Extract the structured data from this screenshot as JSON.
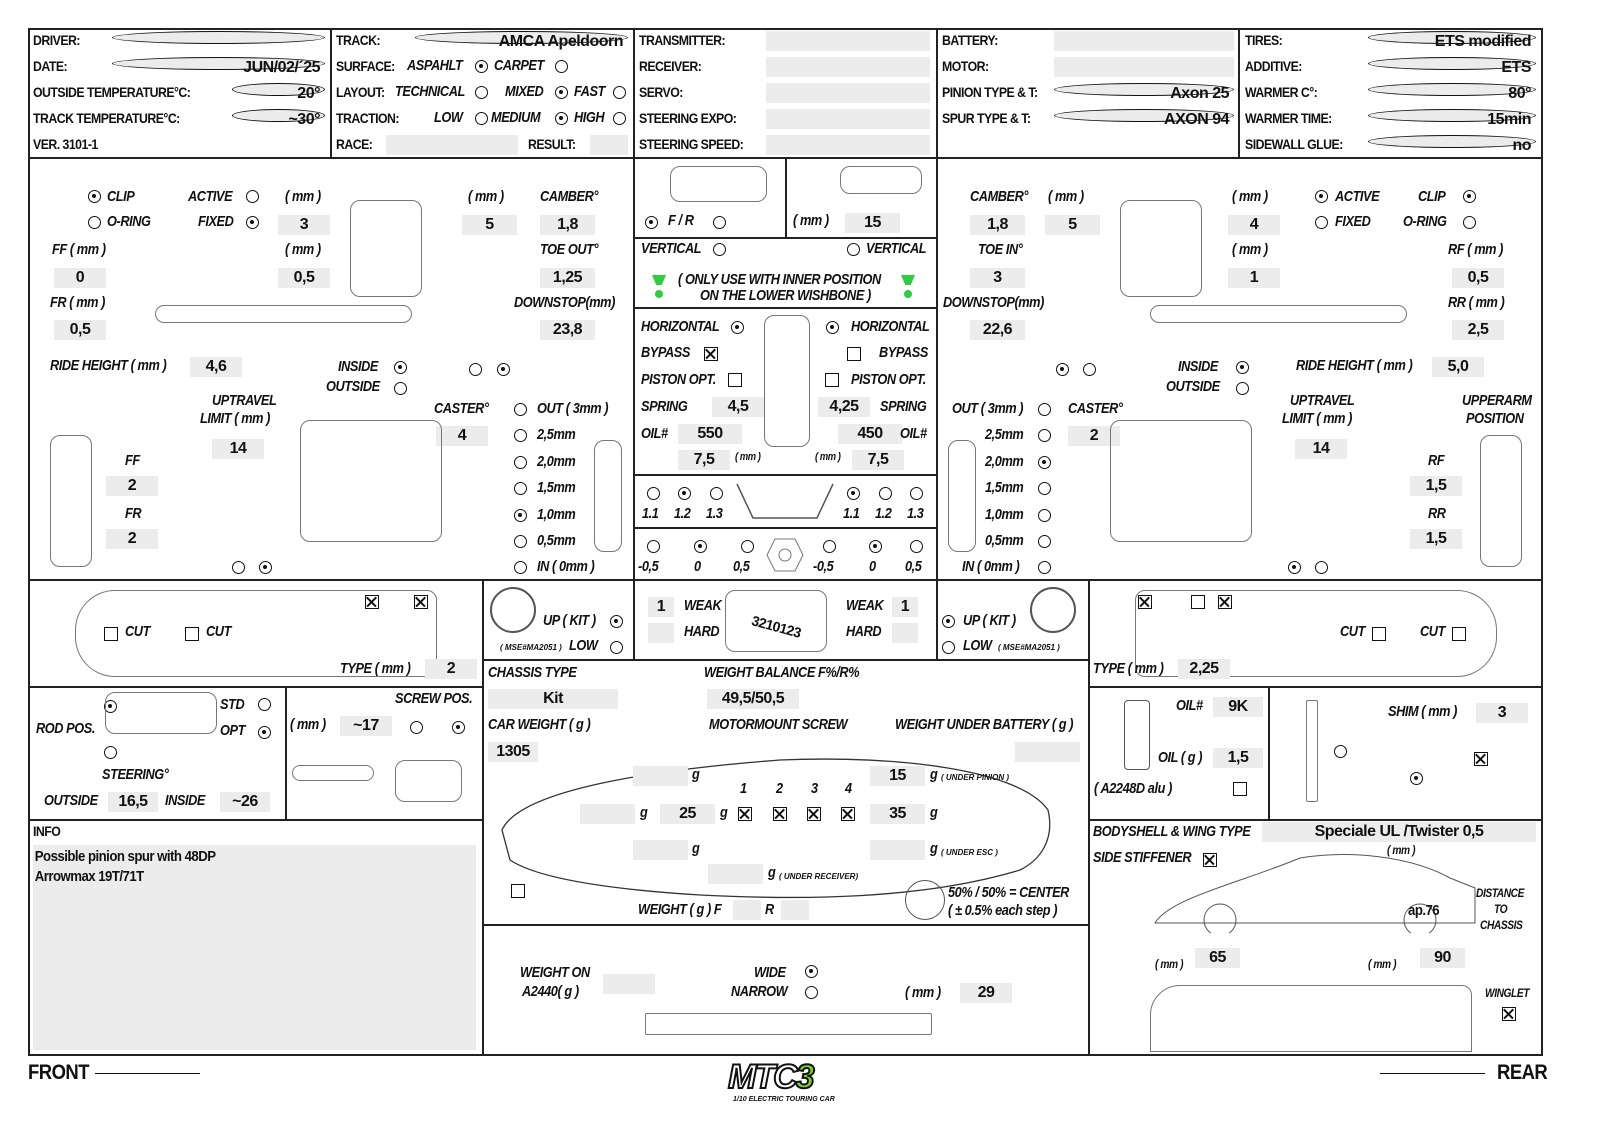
{
  "header": {
    "driver_label": "DRIVER:",
    "driver": "",
    "date_label": "DATE:",
    "date": "JUN/02/´25",
    "outside_temp_label": "OUTSIDE TEMPERATURE°C:",
    "outside_temp": "20°",
    "track_temp_label": "TRACK TEMPERATURE°C:",
    "track_temp": "~30°",
    "version": "VER. 3101-1",
    "track_label": "TRACK:",
    "track": "AMCA Apeldoorn",
    "surface_label": "SURFACE:",
    "asphalt": "ASPAHLT",
    "carpet": "CARPET",
    "layout_label": "LAYOUT:",
    "technical": "TECHNICAL",
    "mixed": "MIXED",
    "fast": "FAST",
    "traction_label": "TRACTION:",
    "low": "LOW",
    "medium": "MEDIUM",
    "high": "HIGH",
    "race_label": "RACE:",
    "result_label": "RESULT:",
    "transmitter_label": "TRANSMITTER:",
    "receiver_label": "RECEIVER:",
    "servo_label": "SERVO:",
    "steering_expo_label": "STEERING EXPO:",
    "steering_speed_label": "STEERING SPEED:",
    "battery_label": "BATTERY:",
    "motor_label": "MOTOR:",
    "pinion_label": "PINION TYPE & T:",
    "pinion": "Axon 25",
    "spur_label": "SPUR TYPE & T:",
    "spur": "AXON 94",
    "tires_label": "TIRES:",
    "tires": "ETS modified",
    "additive_label": "ADDITIVE:",
    "additive": "ETS",
    "warmer_label": "WARMER C°:",
    "warmer": "80°",
    "warmer_time_label": "WARMER TIME:",
    "warmer_time": "15min",
    "sidewall_label": "SIDEWALL GLUE:",
    "sidewall": "no"
  },
  "labels": {
    "clip": "CLIP",
    "oring": "O-RING",
    "active": "ACTIVE",
    "fixed": "FIXED",
    "mm": "( mm )",
    "camber": "CAMBER°",
    "toe_out": "TOE OUT°",
    "toe_in": "TOE IN°",
    "downstop": "DOWNSTOP(mm)",
    "ff_mm": "FF ( mm )",
    "fr_mm": "FR ( mm )",
    "rf_mm": "RF ( mm )",
    "rr_mm": "RR ( mm )",
    "ride_height": "RIDE HEIGHT ( mm )",
    "inside": "INSIDE",
    "outside": "OUTSIDE",
    "uptravel": "UPTRAVEL",
    "limit": "LIMIT ( mm )",
    "caster": "CASTER°",
    "ff": "FF",
    "fr": "FR",
    "rf": "RF",
    "rr": "RR",
    "upperarm": "UPPERARM",
    "position": "POSITION",
    "heights": [
      "OUT ( 3mm )",
      "2,5mm",
      "2,0mm",
      "1,5mm",
      "1,0mm",
      "0,5mm",
      "IN ( 0mm )"
    ]
  },
  "front": {
    "anti_roll_mm": "3",
    "anti_roll_mm2": "0,5",
    "camber_link": "5",
    "camber": "1,8",
    "toe_out": "1,25",
    "downstop": "23,8",
    "ff": "0",
    "fr": "0,5",
    "ride_height": "4,6",
    "uptravel": "14",
    "caster": "4",
    "ff_pos": "2",
    "fr_pos": "2"
  },
  "rear": {
    "camber": "1,8",
    "mm1": "5",
    "mm2": "4",
    "mm3": "1",
    "toe_in": "3",
    "downstop": "22,6",
    "rf": "0,5",
    "rr": "2,5",
    "ride_height": "5,0",
    "uptravel": "14",
    "caster": "2",
    "rf_pos": "1,5",
    "rr_pos": "1,5"
  },
  "center": {
    "fr": "F / R",
    "mm": "( mm )",
    "servo_mm": "15",
    "vertical": "VERTICAL",
    "note1": "( ONLY USE WITH INNER POSITION",
    "note2": "ON THE LOWER WISHBONE )",
    "horizontal": "HORIZONTAL",
    "bypass": "BYPASS",
    "piston": "PISTON OPT.",
    "spring": "SPRING",
    "oil": "OIL#",
    "spring_f": "4,5",
    "spring_r": "4,25",
    "oil_f": "550",
    "oil_r": "450",
    "len_f": "7,5",
    "len_r": "7,5",
    "ratios": [
      "1.1",
      "1.2",
      "1.3"
    ],
    "offsets": [
      "-0,5",
      "0",
      "0,5"
    ],
    "accent": "#2ecc40"
  },
  "arms": {
    "cut": "CUT",
    "type": "TYPE ( mm )",
    "front_type": "2",
    "rear_type": "2,25",
    "up_kit": "UP ( KIT )",
    "low": "LOW",
    "mse": "( MSE#MA2051 )",
    "weak": "WEAK",
    "hard": "HARD",
    "weak_f": "1",
    "weak_r": "1",
    "scale": "3210123"
  },
  "steering": {
    "rod_pos": "ROD POS.",
    "std": "STD",
    "opt": "OPT",
    "steering": "STEERING°",
    "outside": "OUTSIDE",
    "outside_v": "16,5",
    "inside": "INSIDE",
    "inside_v": "~26",
    "screw_pos": "SCREW POS.",
    "mm": "( mm )",
    "mm_v": "~17"
  },
  "chassis": {
    "type_label": "CHASSIS TYPE",
    "type": "Kit",
    "balance_label": "WEIGHT BALANCE F%/R%",
    "balance": "49,5/50,5",
    "weight_label": "CAR WEIGHT ( g )",
    "weight": "1305",
    "motormount": "MOTORMOUNT SCREW",
    "under_battery": "WEIGHT UNDER BATTERY ( g )",
    "g": "g",
    "under_pinion": "( UNDER PINION )",
    "under_esc": "( UNDER ESC )",
    "under_receiver": "( UNDER RECEIVER)",
    "screws": [
      "1",
      "2",
      "3",
      "4"
    ],
    "w_left": "25",
    "w_pinion": "15",
    "w_right": "35",
    "center_note1": "50% / 50% = CENTER",
    "center_note2": "( ± 0.5% each step )",
    "weight_fr": "WEIGHT ( g ) F",
    "r": "R"
  },
  "diff": {
    "oil_label": "OIL#",
    "oil": "9K",
    "oilg_label": "OIL ( g )",
    "oilg": "1,5",
    "alu": "( A2248D alu )",
    "shim_label": "SHIM ( mm )",
    "shim": "3"
  },
  "info": {
    "title": "INFO",
    "line1": "Possible pinion spur with 48DP",
    "line2": "Arrowmax 19T/71T"
  },
  "a2440": {
    "label1": "WEIGHT ON",
    "label2": "A2440( g )",
    "wide": "WIDE",
    "narrow": "NARROW",
    "mm": "( mm )",
    "mm_v": "29"
  },
  "body": {
    "label": "BODYSHELL  & WING TYPE",
    "type": "Speciale UL /Twister 0,5",
    "stiffener": "SIDE STIFFENER",
    "mm": "( mm )",
    "distance": "ap.76",
    "dist1": "DISTANCE",
    "dist2": "TO",
    "dist3": "CHASSIS",
    "front_mm": "65",
    "rear_mm": "90",
    "winglet": "WINGLET"
  },
  "footer": {
    "front": "FRONT",
    "rear": "REAR",
    "logo": "MTC3",
    "logo_sub": "1/10 ELECTRIC TOURING CAR"
  }
}
